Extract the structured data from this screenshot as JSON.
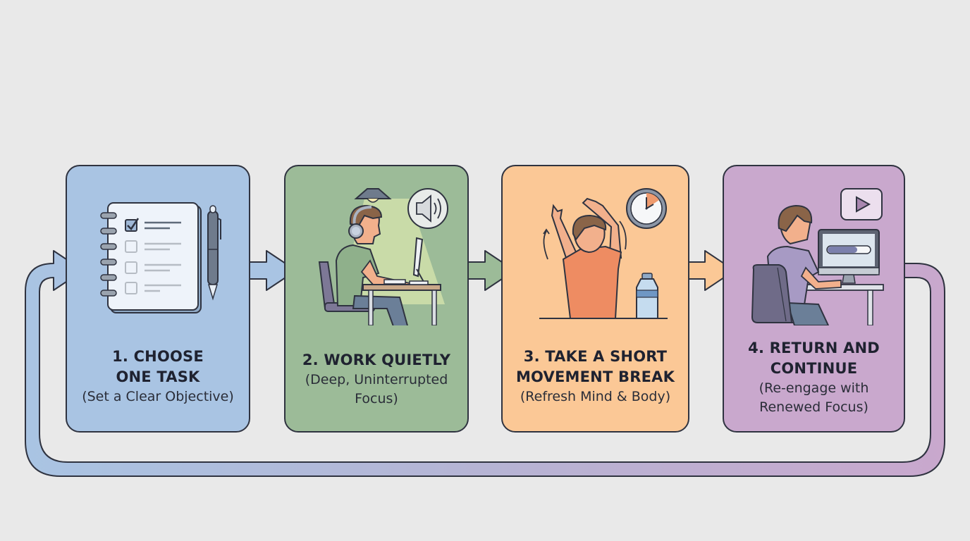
{
  "diagram": {
    "type": "cyclic-process-flow",
    "background": "#e9e9e9",
    "steps": [
      {
        "number": "1",
        "title_line1": "1. CHOOSE",
        "title_line2": "ONE TASK",
        "subtitle_line1": "(Set a Clear Objective)",
        "subtitle_line2": "",
        "color": "#a9c4e3",
        "icon": "checklist-notebook-and-pen-icon"
      },
      {
        "number": "2",
        "title_line1": "2. WORK QUIETLY",
        "title_line2": "",
        "subtitle_line1": "(Deep, Uninterrupted",
        "subtitle_line2": "Focus)",
        "color": "#9cbb98",
        "icon": "person-at-desk-with-headphones-icon"
      },
      {
        "number": "3",
        "title_line1": "3. TAKE A SHORT",
        "title_line2": "MOVEMENT BREAK",
        "subtitle_line1": "(Refresh Mind & Body)",
        "subtitle_line2": "",
        "color": "#fbc896",
        "icon": "person-stretching-with-clock-and-water-icon"
      },
      {
        "number": "4",
        "title_line1": "4. RETURN AND",
        "title_line2": "CONTINUE",
        "subtitle_line1": "(Re-engage with",
        "subtitle_line2": "Renewed Focus)",
        "color": "#c9a8cd",
        "icon": "person-at-computer-with-progress-bar-icon"
      }
    ],
    "connectors": [
      {
        "from": "1",
        "to": "2",
        "color": "#a9c4e3"
      },
      {
        "from": "2",
        "to": "3",
        "color": "#9cbb98"
      },
      {
        "from": "3",
        "to": "4",
        "color": "#fbc896"
      },
      {
        "from": "4",
        "to": "1",
        "type": "loop-back",
        "color_start": "#a9c4e3",
        "color_end": "#c9a8cd"
      }
    ],
    "outline_color": "#2f3340"
  }
}
